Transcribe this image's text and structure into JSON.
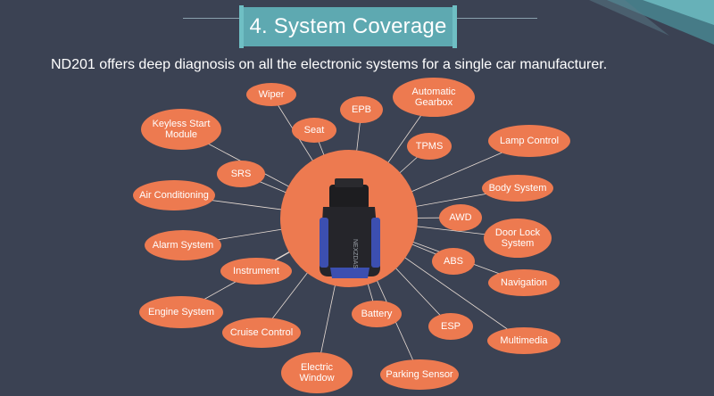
{
  "header": {
    "title": "4. System Coverage",
    "subtitle": "ND201 offers deep diagnosis on all the electronic systems for a single car manufacturer."
  },
  "device": {
    "brand": "NEXZDAS"
  },
  "colors": {
    "background": "#3b4253",
    "bubble": "#ed7a50",
    "hub": "#ed7a50",
    "title_banner": "#5ea9b1",
    "connector_line": "#e8dcd4"
  },
  "systems": [
    "Wiper",
    "Automatic Gearbox",
    "EPB",
    "Seat",
    "Keyless Start Module",
    "TPMS",
    "Lamp Control",
    "SRS",
    "Body System",
    "Air Conditioning",
    "AWD",
    "Door Lock System",
    "Alarm System",
    "ABS",
    "Instrument",
    "Navigation",
    "Engine System",
    "Battery",
    "ESP",
    "Cruise Control",
    "Multimedia",
    "Electric Window",
    "Parking Sensor"
  ]
}
